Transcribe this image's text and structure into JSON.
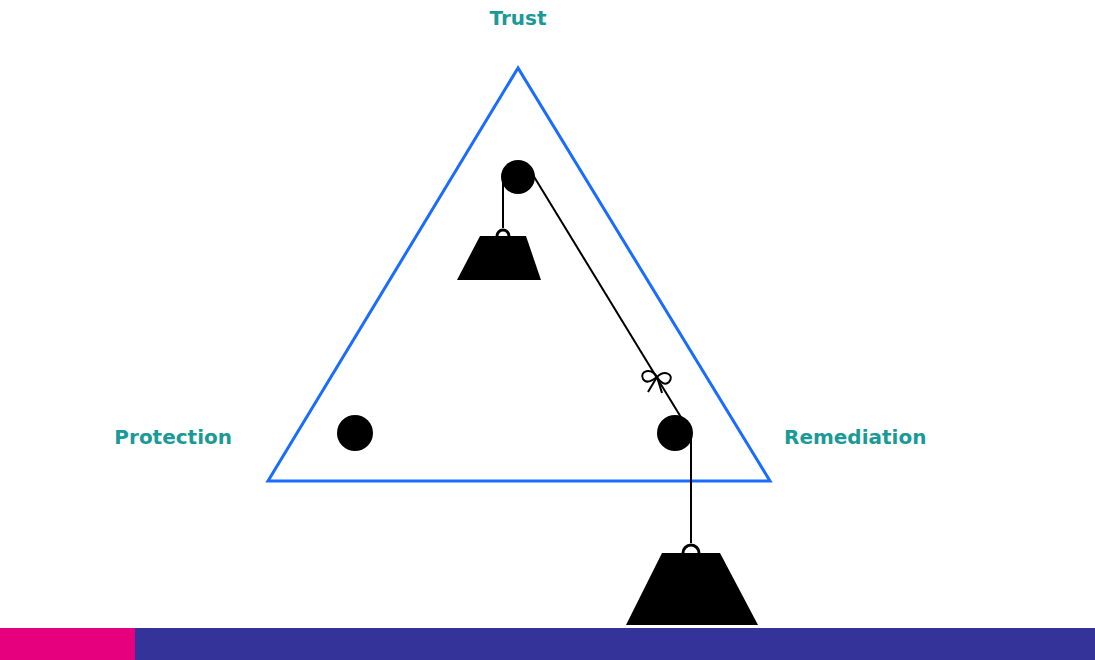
{
  "diagram": {
    "labels": [
      "Trust",
      "Protection",
      "Remediation"
    ]
  }
}
